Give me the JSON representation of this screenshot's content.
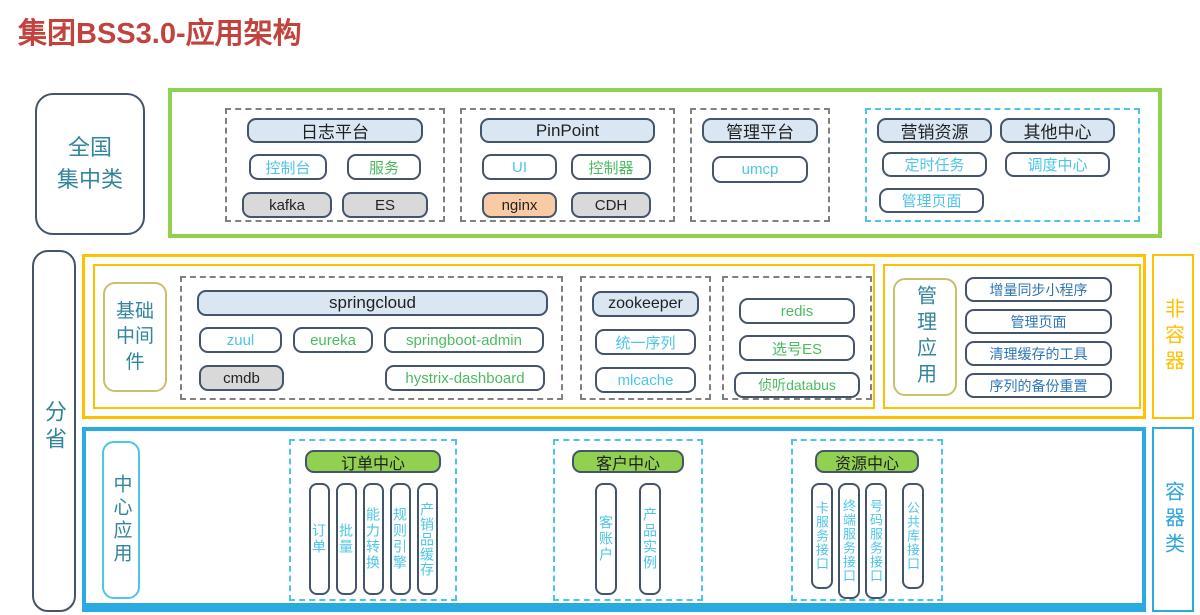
{
  "title": "集团BSS3.0-应用架构",
  "colors": {
    "title_red": "#C2423E",
    "green_border": "#92D050",
    "yellow_border": "#FFC000",
    "blue_border": "#29ABE2",
    "dark_box_border": "#44546A",
    "olive_border": "#C8C06A",
    "header_fill": "#DAE7F3",
    "gray_fill": "#D9D9D9",
    "peach_fill": "#F9CBA4",
    "teal_text": "#31859C",
    "cyan_text": "#4DC5E6",
    "green_text": "#4CBB5F",
    "blue_text": "#2E75B6"
  },
  "side_labels": {
    "national_lines": [
      "全国",
      "集中类"
    ],
    "province": "分省",
    "non_container": "非容器",
    "container_class": "容器类"
  },
  "top": {
    "log": {
      "header": "日志平台",
      "console": "控制台",
      "service": "服务",
      "kafka": "kafka",
      "es": "ES"
    },
    "pinpoint": {
      "header": "PinPoint",
      "ui": "UI",
      "controller": "控制器",
      "nginx": "nginx",
      "cdh": "CDH"
    },
    "mgmt": {
      "header": "管理平台",
      "umcp": "umcp"
    },
    "marketing": {
      "header_left": "营销资源",
      "header_right": "其他中心",
      "timer": "定时任务",
      "dispatch": "调度中心",
      "page": "管理页面"
    }
  },
  "middle": {
    "middleware_lines": [
      "基础",
      "中间",
      "件"
    ],
    "springcloud": {
      "header": "springcloud",
      "zuul": "zuul",
      "eureka": "eureka",
      "sba": "springboot-admin",
      "cmdb": "cmdb",
      "hystrix": "hystrix-dashboard"
    },
    "zookeeper": {
      "header": "zookeeper",
      "seq": "统一序列",
      "mlcache": "mlcache"
    },
    "redis": {
      "redis": "redis",
      "xuanhao_es": "选号ES",
      "databus": "侦听databus"
    },
    "mgmt_app": "管理应用",
    "tools": {
      "sync": "增量同步小程序",
      "page": "管理页面",
      "cache": "清理缓存的工具",
      "backup": "序列的备份重置"
    }
  },
  "bottom": {
    "center_app": "中心应用",
    "order": {
      "header": "订单中心",
      "items": [
        "订单",
        "批量",
        "能力转换",
        "规则引擎",
        "产销品缓存"
      ]
    },
    "customer": {
      "header": "客户中心",
      "items": [
        "客账户",
        "产品实例"
      ]
    },
    "resource": {
      "header": "资源中心",
      "items": [
        "卡服务接口",
        "终端服务接口",
        "号码服务接口",
        "公共库接口"
      ]
    }
  }
}
